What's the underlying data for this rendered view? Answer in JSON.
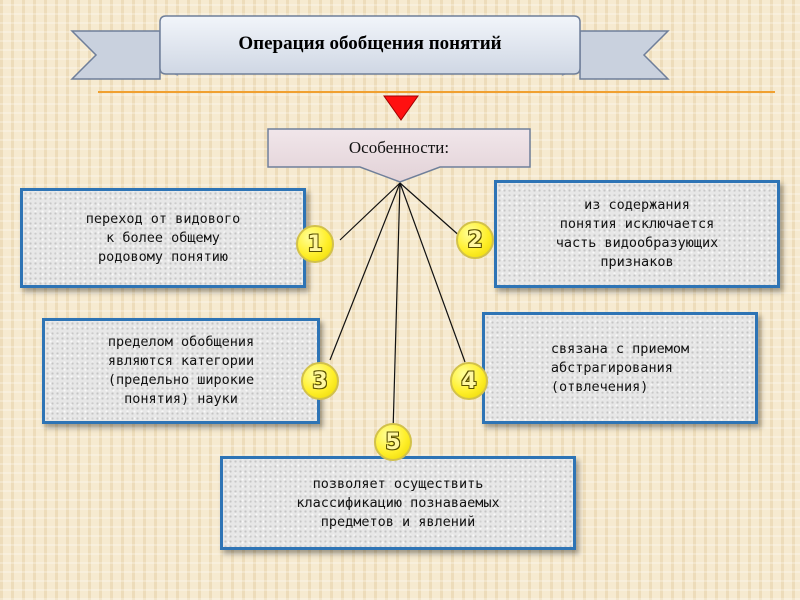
{
  "title": "Операция обобщения понятий",
  "header": "Особенности:",
  "items": [
    {
      "number": "1",
      "text": "переход от видового\nк более общему\nродовому понятию"
    },
    {
      "number": "2",
      "text": "из содержания\nпонятия исключается\nчасть видообразующих\nпризнаков"
    },
    {
      "number": "3",
      "text": "пределом обобщения\nявляются категории\n(предельно широкие\nпонятия) науки"
    },
    {
      "number": "4",
      "text": "связана с приемом\nабстрагирования\n(отвлечения)"
    },
    {
      "number": "5",
      "text": "позволяет осуществить\nклассификацию познаваемых\nпредметов и явлений"
    }
  ],
  "colors": {
    "box_border": "#2e74b5",
    "arrow": "#ff0000",
    "badge_fill": "#ffef2a",
    "divider": "#f0a030"
  }
}
